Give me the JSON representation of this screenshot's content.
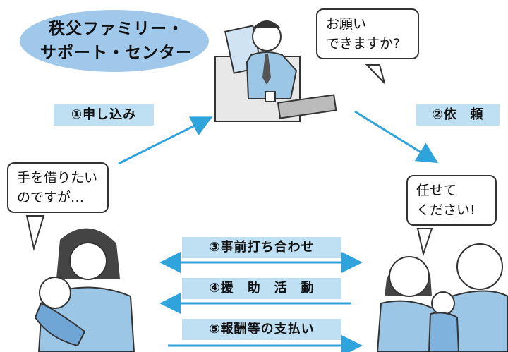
{
  "title": {
    "line1": "秩父ファミリー・",
    "line2": "サポート・センター"
  },
  "bubbles": {
    "center": {
      "line1": "お願い",
      "line2": "できますか?"
    },
    "requester": {
      "line1": "手を借りたい",
      "line2": "のですが…"
    },
    "helper": {
      "line1": "任せて",
      "line2": "ください!"
    }
  },
  "steps": {
    "s1": "①申し込み",
    "s2": "②依　頼",
    "s3": "③事前打ち合わせ",
    "s4": "④援　助　活　動",
    "s5": "⑤報酬等の支払い"
  },
  "colors": {
    "arrow": "#2ea3dc",
    "label_bg": "#bfdff3",
    "title_bg": "#9fc8ea"
  }
}
